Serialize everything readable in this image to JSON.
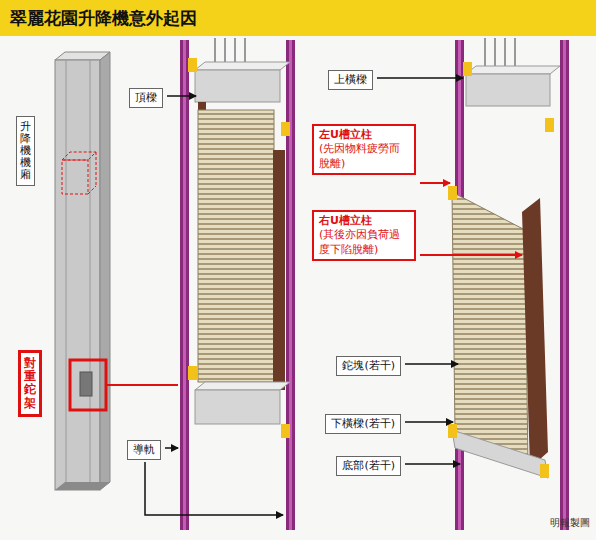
{
  "diagram": {
    "title": "翠麗花園升降機意外起因",
    "nodes": [
      {
        "text": [
          "升降機機廂"
        ]
      },
      {
        "text": [
          "對重鉈架"
        ]
      },
      {
        "text": [
          "頂樑"
        ]
      },
      {
        "text": [
          "導軌"
        ]
      },
      {
        "text": [
          "上橫樑"
        ]
      },
      {
        "text": [
          "左U槽立柱",
          "(先因物料疲勞而脫離)"
        ]
      },
      {
        "text": [
          "右U槽立柱",
          "(其後亦因負荷過度下陷脫離)"
        ]
      },
      {
        "text": [
          "鉈塊(若干)"
        ]
      },
      {
        "text": [
          "下橫樑(若干)"
        ]
      },
      {
        "text": [
          "底部(若干)"
        ]
      }
    ],
    "labels": [
      "明報製圖"
    ]
  }
}
